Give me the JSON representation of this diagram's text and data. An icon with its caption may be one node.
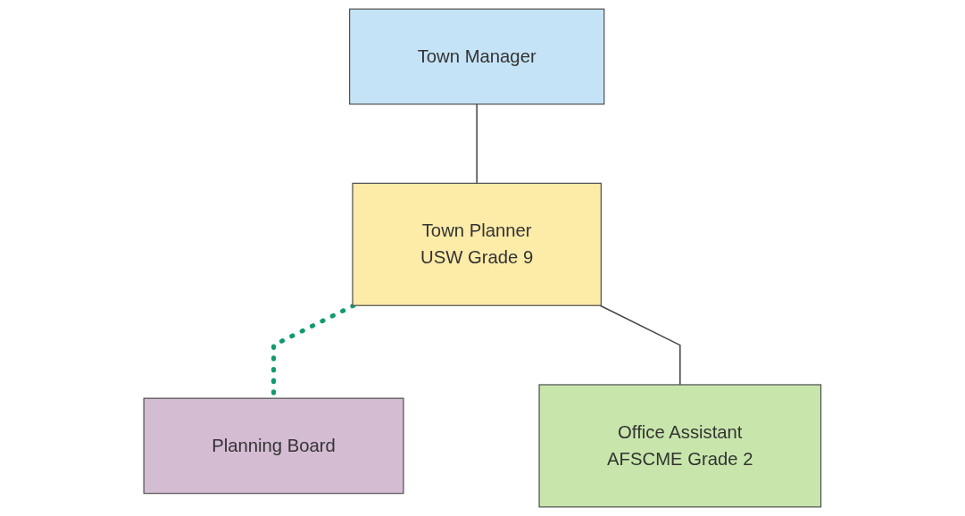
{
  "diagram": {
    "nodes": [
      {
        "text": [
          "Town Manager"
        ]
      },
      {
        "text": [
          "Town Planner",
          "USW Grade 9"
        ]
      },
      {
        "text": [
          "Planning Board"
        ]
      },
      {
        "text": [
          "Office Assistant",
          "AFSCME Grade 2"
        ]
      }
    ],
    "edges": [
      {
        "from": 0,
        "to": 1,
        "arrow": "none"
      },
      {
        "from": 1,
        "to": 2,
        "arrow": "none",
        "style": "dashed",
        "color": "#109a6e"
      },
      {
        "from": 1,
        "to": 3,
        "arrow": "none"
      }
    ]
  }
}
